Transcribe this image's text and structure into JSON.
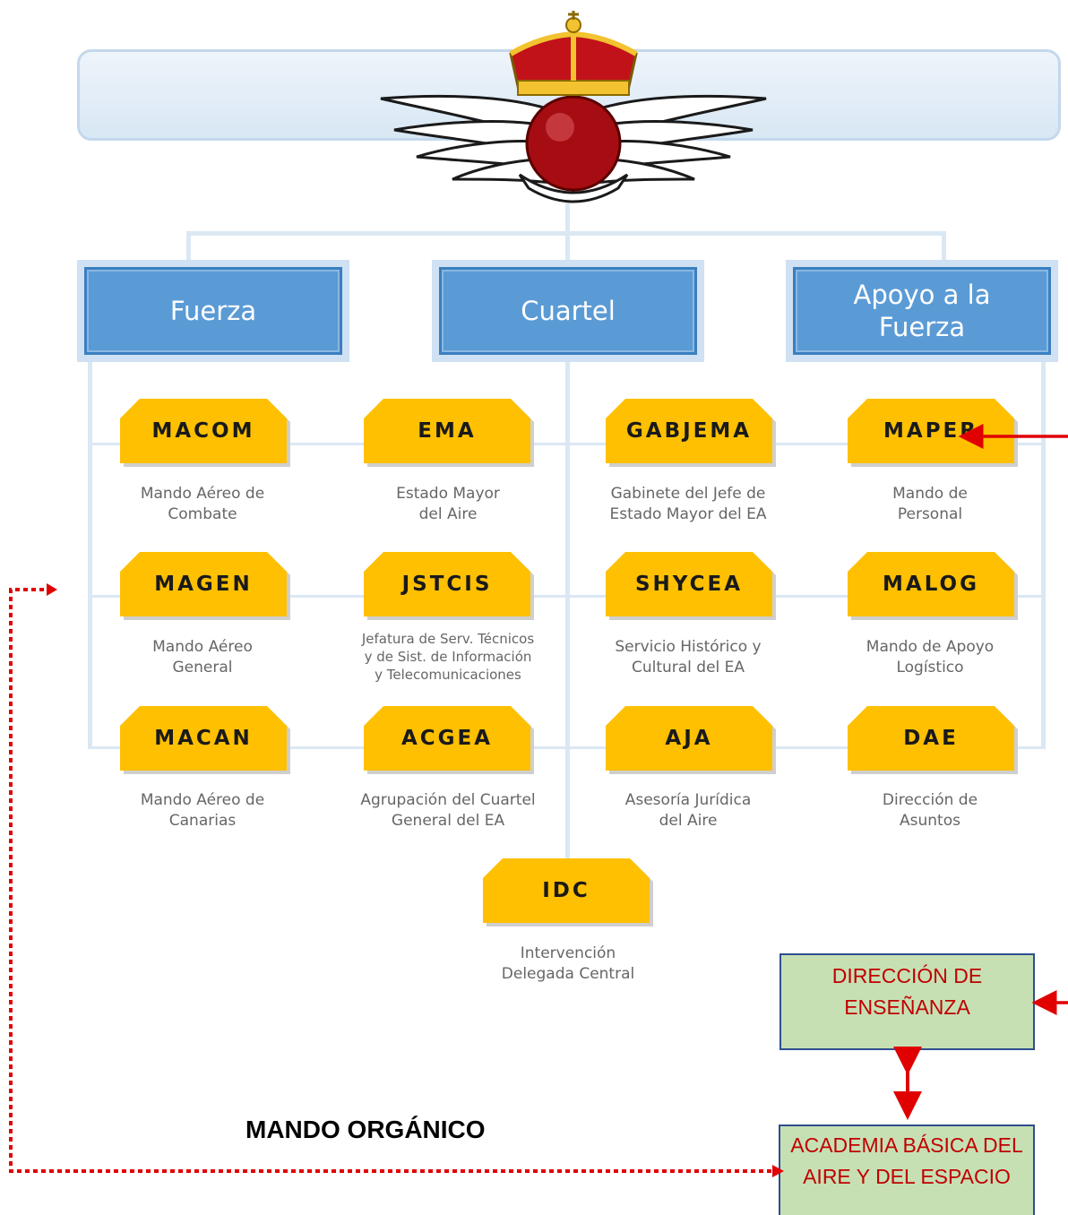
{
  "categories": [
    {
      "label": "Fuerza"
    },
    {
      "label": "Cuartel"
    },
    {
      "label": "Apoyo a la Fuerza"
    }
  ],
  "units": [
    {
      "code": "MACOM",
      "desc": "Mando Aéreo de\nCombate"
    },
    {
      "code": "EMA",
      "desc": "Estado Mayor\ndel Aire"
    },
    {
      "code": "GABJEMA",
      "desc": "Gabinete del Jefe de\nEstado Mayor del EA"
    },
    {
      "code": "MAPER",
      "desc": "Mando de\nPersonal"
    },
    {
      "code": "MAGEN",
      "desc": "Mando Aéreo\nGeneral"
    },
    {
      "code": "JSTCIS",
      "desc": "Jefatura de Serv. Técnicos\ny de Sist. de Información\ny Telecomunicaciones"
    },
    {
      "code": "SHYCEA",
      "desc": "Servicio Histórico y\nCultural del EA"
    },
    {
      "code": "MALOG",
      "desc": "Mando de Apoyo\nLogístico"
    },
    {
      "code": "MACAN",
      "desc": "Mando Aéreo de\nCanarias"
    },
    {
      "code": "ACGEA",
      "desc": "Agrupación del Cuartel\nGeneral del EA"
    },
    {
      "code": "AJA",
      "desc": "Asesoría Jurídica\ndel Aire"
    },
    {
      "code": "DAE",
      "desc": "Dirección de\nAsuntos"
    },
    {
      "code": "IDC",
      "desc": "Intervención\nDelegada Central"
    }
  ],
  "boxes": {
    "direccion": "DIRECCIÓN DE\nENSEÑANZA",
    "academia": "ACADEMIA BÁSICA DEL\nAIRE Y DEL ESPACIO"
  },
  "mando_label": "MANDO ORGÁNICO",
  "colors": {
    "unit_fill": "#fec000",
    "category_fill": "#5b9bd5",
    "box_fill": "#c6e0b4",
    "arrow": "#e00000"
  },
  "icons": [
    "air-force-emblem",
    "royal-crown-icon",
    "wings-icon"
  ]
}
